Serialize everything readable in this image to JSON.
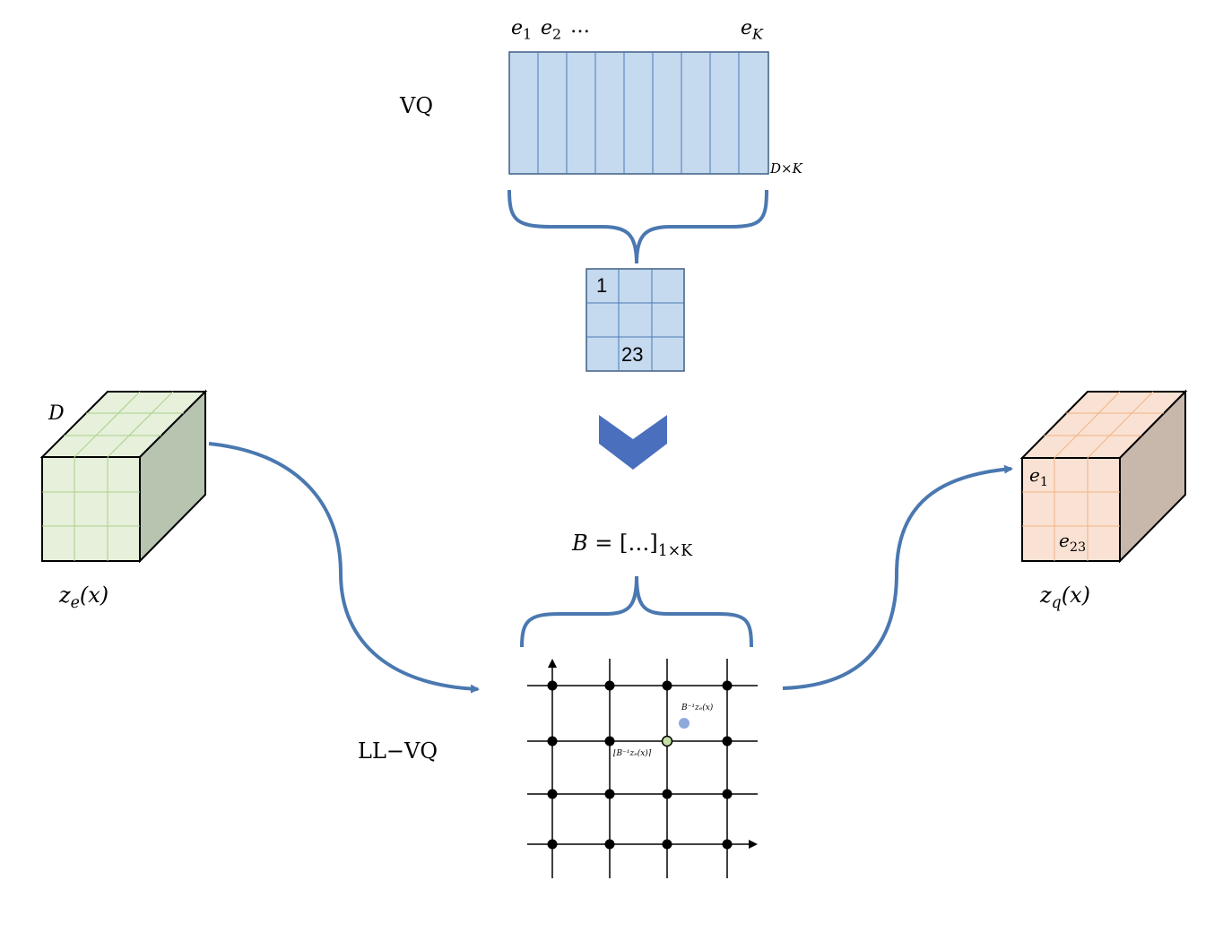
{
  "labels": {
    "vq": "VQ",
    "llvq": "LL−VQ",
    "codebook_dim": "D×K",
    "codebook_cols": {
      "e1": "e",
      "e1_sub": "1",
      "e2": "e",
      "e2_sub": "2",
      "dots": "…",
      "eK": "e",
      "eK_sub": "K"
    },
    "index_grid": {
      "top_left": "1",
      "bottom_mid": "23"
    },
    "input_tensor": {
      "depth": "D",
      "name": "z",
      "name_sub": "e",
      "arg": "(x)"
    },
    "output_tensor": {
      "name": "z",
      "name_sub": "q",
      "arg": "(x)",
      "cell1": "e",
      "cell1_sub": "1",
      "cell2": "e",
      "cell2_sub": "23"
    },
    "basis": {
      "lhs": "B",
      "eq": "=",
      "rhs": "[…]",
      "rhs_sub": "1×K"
    },
    "lattice": {
      "point_label": "B⁻¹zₑ(x)",
      "rounded_label": "⌊B⁻¹zₑ(x)⌉"
    }
  },
  "colors": {
    "codebook_fill": "#c5d9ef",
    "codebook_line": "#4a7ab5",
    "arrow_blue": "#4a78b0",
    "chevron": "#4a6fbd",
    "input_front": "#e6f0da",
    "input_top": "#e6f0da",
    "input_side": "#b7c4b0",
    "input_grid": "#a9d18e",
    "output_front": "#f9e2d3",
    "output_side": "#c8b8ac",
    "output_grid": "#f4b183",
    "lattice_point": "#000000",
    "projected_point": "#8fa9dc",
    "rounded_point": "#c5e0a5"
  }
}
